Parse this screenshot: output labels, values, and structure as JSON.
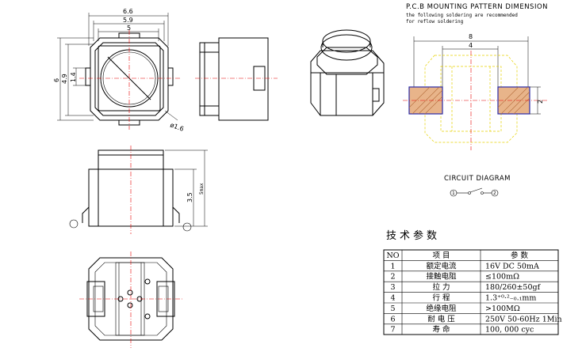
{
  "top_view": {
    "dim_overall": "6.6",
    "dim_body": "5.9",
    "dim_cap": "5",
    "dim_height": "6",
    "dim_height2": "4.9",
    "dim_pin": "1.4",
    "dim_hole": "ø1.6"
  },
  "front_view": {
    "dim_body_h": "3.5",
    "dim_total_h": "5max"
  },
  "pcb": {
    "title": "P.C.B MOUNTING PATTERN DIMENSION",
    "note_line1": "the following soldering are recommended",
    "note_line2": "for reflow soldering",
    "dim_outer": "8",
    "dim_inner": "4",
    "dim_pad": "2"
  },
  "circuit": {
    "title": "CIRCUIT DIAGRAM",
    "pin1": "1",
    "pin2": "2"
  },
  "spec": {
    "title": "技术参数",
    "headers": [
      "NO",
      "项 目",
      "参 数"
    ],
    "rows": [
      [
        "1",
        "额定电流",
        "16V DC 50mA"
      ],
      [
        "2",
        "接触电阻",
        "≤100mΩ"
      ],
      [
        "3",
        "拉 力",
        "180/260±50gf"
      ],
      [
        "4",
        "行 程",
        "1.3⁺⁰·²₋₀.₁mm"
      ],
      [
        "5",
        "绝缘电阻",
        ">100MΩ"
      ],
      [
        "6",
        "耐 电 压",
        "250V 50-60Hz 1Min"
      ],
      [
        "7",
        "寿 命",
        "100, 000 cyc"
      ]
    ]
  }
}
